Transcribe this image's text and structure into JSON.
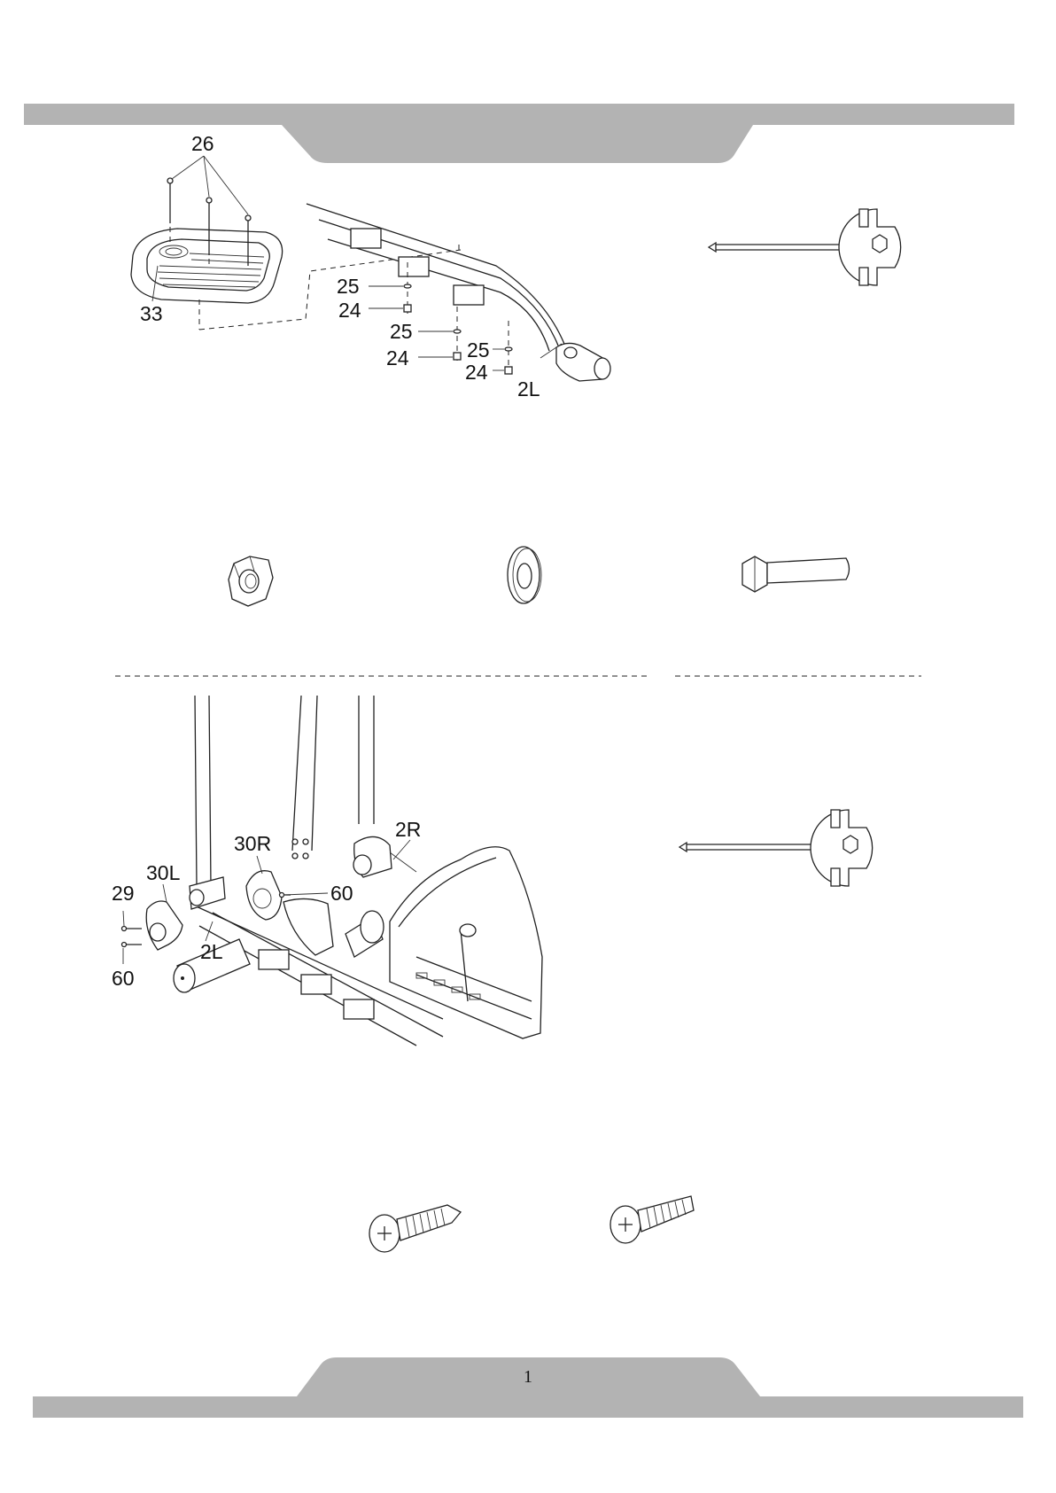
{
  "page": {
    "number": "1"
  },
  "header_band_color": "#b3b3b3",
  "step1": {
    "callouts": {
      "c26": "26",
      "c33": "33",
      "c25a": "25",
      "c24a": "24",
      "c25b": "25",
      "c24b": "24",
      "c25c": "25",
      "c24c": "24",
      "c2L": "2L"
    }
  },
  "step2": {
    "callouts": {
      "c30R": "30R",
      "c2R": "2R",
      "c30L": "30L",
      "c29": "29",
      "c60a": "60",
      "c2L": "2L",
      "c60b": "60"
    }
  },
  "icons": [
    "wrench-screwdriver-icon",
    "nut-icon",
    "washer-icon",
    "bolt-icon",
    "screw-icon"
  ]
}
